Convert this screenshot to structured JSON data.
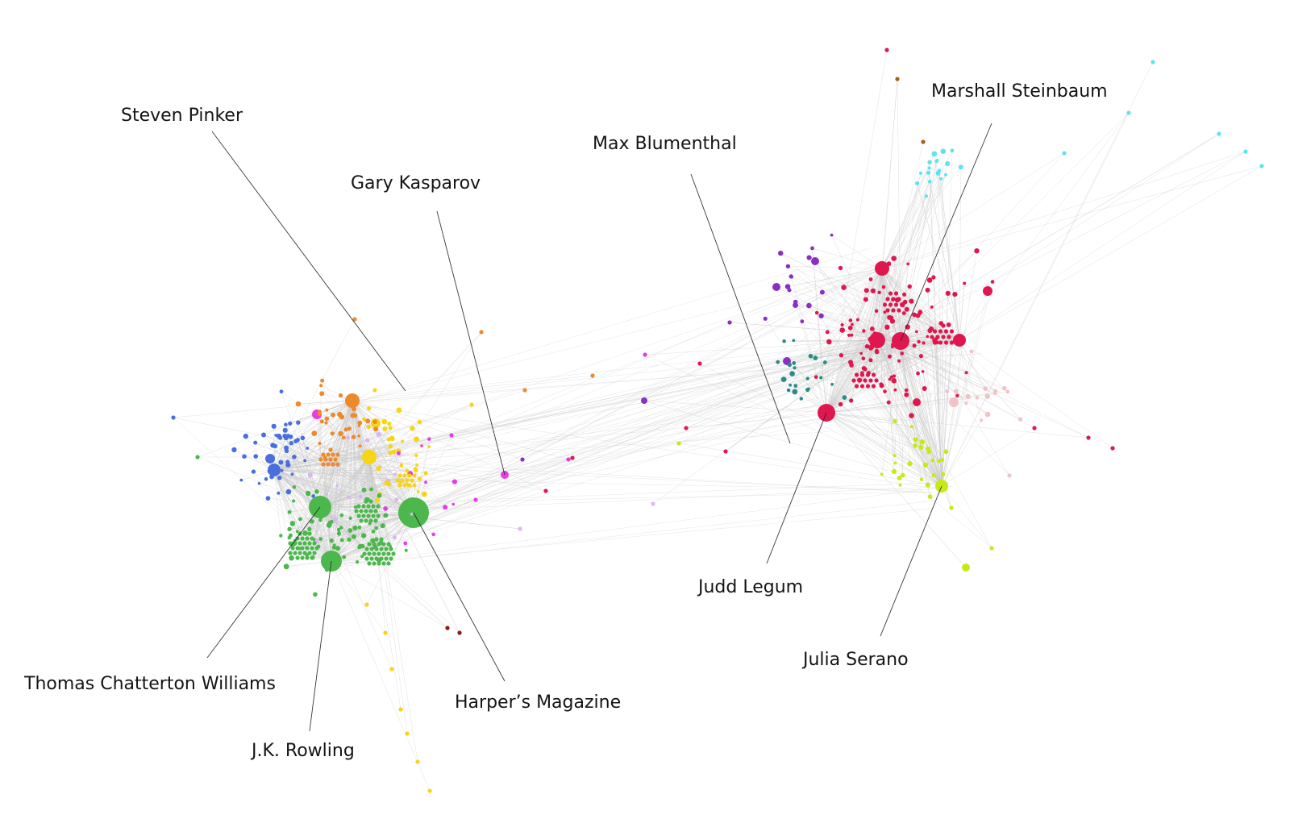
{
  "annotations": [
    {
      "key": "steven_pinker",
      "text": "Steven Pinker"
    },
    {
      "key": "gary_kasparov",
      "text": "Gary Kasparov"
    },
    {
      "key": "max_blumenthal",
      "text": "Max Blumenthal"
    },
    {
      "key": "marshall_steinbaum",
      "text": "Marshall Steinbaum"
    },
    {
      "key": "thomas_chatterton_williams",
      "text": "Thomas Chatterton Williams"
    },
    {
      "key": "jk_rowling",
      "text": "J.K. Rowling"
    },
    {
      "key": "harpers_magazine",
      "text": "Harper’s Magazine"
    },
    {
      "key": "judd_legum",
      "text": "Judd Legum"
    },
    {
      "key": "julia_serano",
      "text": "Julia Serano"
    }
  ],
  "palette": {
    "green": "#4cb84c",
    "blue": "#4a6fdc",
    "orange": "#ec8a2c",
    "yellow": "#f7d416",
    "magenta": "#e83be6",
    "lavender": "#d9b8f2",
    "crimson": "#e0174f",
    "purple": "#8a2fc4",
    "cyan": "#5fe3ee",
    "teal": "#2a8b86",
    "lime": "#c7ea17",
    "pink": "#f2c2c6",
    "brown": "#a4601a",
    "darkred": "#8a1a1a",
    "edge": "#c8c8c8",
    "leader": "#222222",
    "label_text": "#141414"
  }
}
